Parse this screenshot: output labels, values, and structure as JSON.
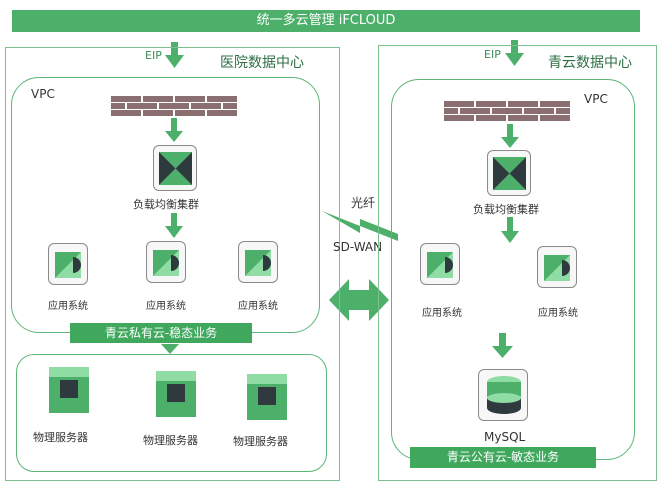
{
  "title": "统一多云管理 iFCLOUD",
  "left_zone": {
    "name": "医院数据中心",
    "eip": "EIP",
    "vpc": "VPC",
    "load_balancer": "负载均衡集群",
    "apps": [
      "应用系统",
      "应用系统",
      "应用系统"
    ],
    "bar": "青云私有云-稳态业务",
    "servers": [
      "物理服务器",
      "物理服务器",
      "物理服务器"
    ]
  },
  "right_zone": {
    "name": "青云数据中心",
    "eip": "EIP",
    "vpc": "VPC",
    "load_balancer": "负载均衡集群",
    "apps": [
      "应用系统",
      "应用系统"
    ],
    "database": "MySQL",
    "bar": "青云公有云-敏态业务"
  },
  "link": {
    "fiber": "光纤",
    "sdwan": "SD-WAN"
  },
  "colors": {
    "primary": "#4caf6a",
    "dark": "#2f3a3f",
    "light": "#8fdca4",
    "brick": "#8a6e70"
  }
}
